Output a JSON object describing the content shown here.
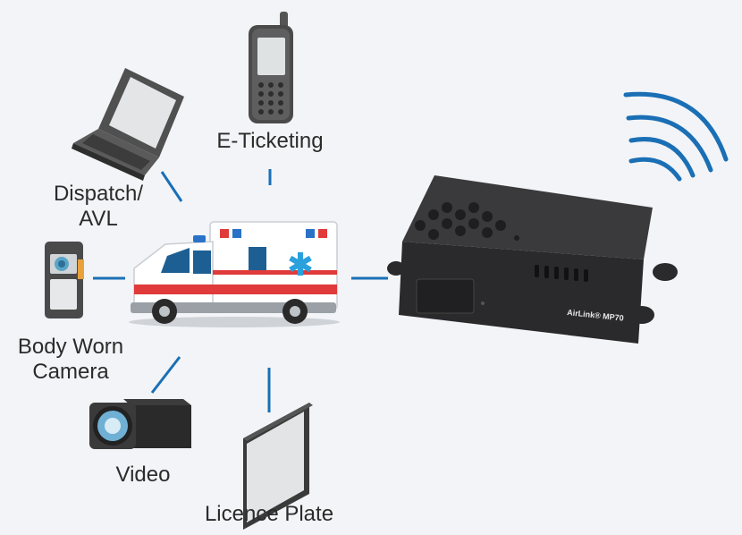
{
  "labels": {
    "eticketing": "E-Ticketing",
    "dispatch_line1": "Dispatch/",
    "dispatch_line2": "AVL",
    "bodycam_line1": "Body Worn",
    "bodycam_line2": "Camera",
    "video": "Video",
    "licence_plate": "Licence Plate"
  },
  "router": {
    "brand_text": "AirLink® MP70"
  },
  "colors": {
    "background": "#f2f4f7",
    "connector": "#1a6fb5",
    "wifi": "#1a6fb5",
    "router_body": "#2e2e30",
    "ambulance_stripe": "#e03a3a",
    "ambulance_star": "#2aa0dc"
  },
  "icons": [
    "handheld-terminal-icon",
    "laptop-icon",
    "body-camera-icon",
    "video-camera-icon",
    "tablet-icon",
    "ambulance-icon",
    "router-icon",
    "wireless-signal-icon"
  ]
}
